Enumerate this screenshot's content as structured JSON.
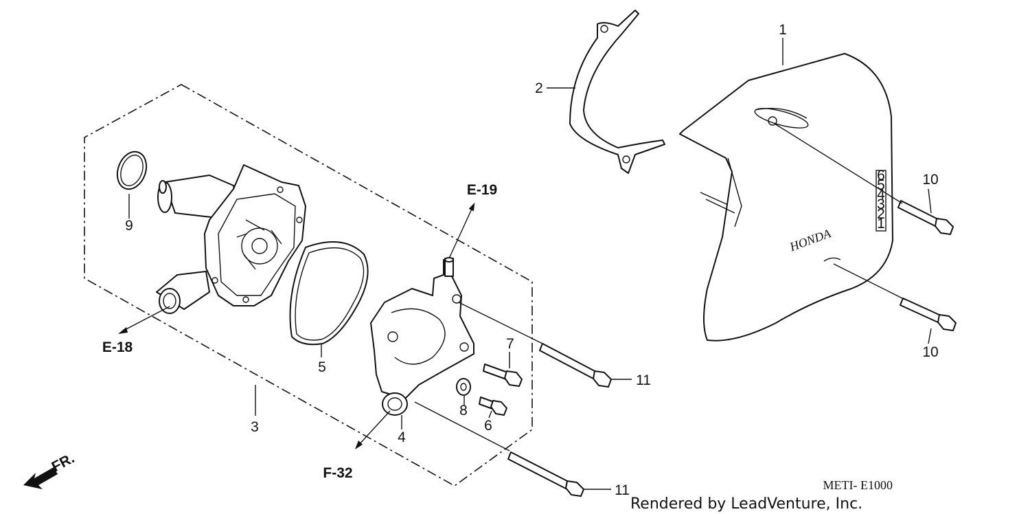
{
  "labels": {
    "p1": "1",
    "p2": "2",
    "p3": "3",
    "p4": "4",
    "p5": "5",
    "p6": "6",
    "p7": "7",
    "p8": "8",
    "p9": "9",
    "p10_top": "10",
    "p10_bottom": "10",
    "p11_mid": "11",
    "p11_bottom": "11"
  },
  "references": {
    "e19": "E-19",
    "e18": "E-18",
    "f32": "F-32"
  },
  "direction": "FR.",
  "cover_logo": "HONDA",
  "diagram_code": "METI- E1000",
  "credit": "Rendered by LeadVenture, Inc."
}
